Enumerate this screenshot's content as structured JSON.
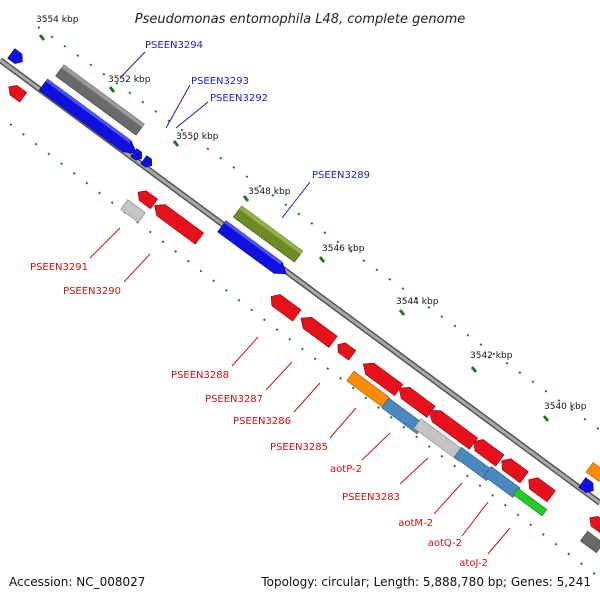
{
  "title": "Pseudomonas entomophila L48, complete genome",
  "footer": {
    "accession": "Accession: NC_008027",
    "summary": "Topology: circular; Length: 5,888,780 bp; Genes: 5,241"
  },
  "colors": {
    "red": "#e8101a",
    "blue": "#1010e0",
    "darkgray": "#6a6a6a",
    "olive": "#6e8a25",
    "lightgray": "#c4c4c4",
    "orange": "#ff8c00",
    "steelblue": "#4a88c0",
    "green": "#22cc22",
    "tick": "#1e7a1e",
    "axis": "#8a8a8a"
  },
  "ticks": [
    {
      "label": "3554 kbp"
    },
    {
      "label": "3552 kbp"
    },
    {
      "label": "3550 kbp"
    },
    {
      "label": "3548 kbp"
    },
    {
      "label": "3546 kbp"
    },
    {
      "label": "3544 kbp"
    },
    {
      "label": "3542 kbp"
    },
    {
      "label": "3540 kbp"
    }
  ],
  "top_labels": [
    {
      "text": "PSEEN3294"
    },
    {
      "text": "PSEEN3293"
    },
    {
      "text": "PSEEN3292"
    },
    {
      "text": "PSEEN3289"
    }
  ],
  "bottom_labels": [
    {
      "text": "PSEEN3291"
    },
    {
      "text": "PSEEN3290"
    },
    {
      "text": "PSEEN3288"
    },
    {
      "text": "PSEEN3287"
    },
    {
      "text": "PSEEN3286"
    },
    {
      "text": "PSEEN3285"
    },
    {
      "text": "aotP-2"
    },
    {
      "text": "PSEEN3283"
    },
    {
      "text": "aotM-2"
    },
    {
      "text": "aotQ-2"
    },
    {
      "text": "atoJ-2"
    }
  ]
}
